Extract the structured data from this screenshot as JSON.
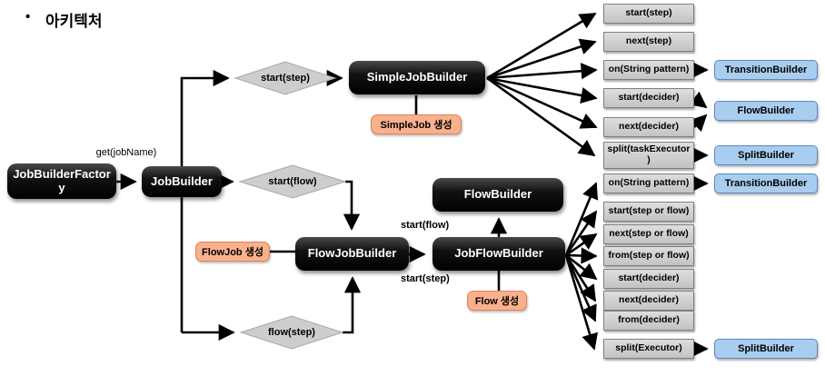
{
  "title": {
    "bullet": "•",
    "text": "아키텍처"
  },
  "nodes": {
    "jobBuilderFactory": "JobBuilderFactory",
    "jobBuilder": "JobBuilder",
    "simpleJobBuilder": "SimpleJobBuilder",
    "flowJobBuilder": "FlowJobBuilder",
    "jobFlowBuilder": "JobFlowBuilder",
    "flowBuilder": "FlowBuilder"
  },
  "decisions": {
    "startStep": "start(step)",
    "startFlow": "start(flow)",
    "flowStep": "flow(step)"
  },
  "creates": {
    "simpleJob": "SimpleJob 생성",
    "flowJob": "FlowJob 생성",
    "flow": "Flow 생성"
  },
  "edgeLabels": {
    "getJobName": "get(jobName)",
    "startFlow": "start(flow)",
    "startStep": "start(step)"
  },
  "simpleJobMethods": [
    {
      "label": "start(step)"
    },
    {
      "label": "next(step)"
    },
    {
      "label": "on(String pattern)",
      "returns": "TransitionBuilder"
    },
    {
      "label": "start(decider)",
      "returns": "FlowBuilder"
    },
    {
      "label": "next(decider)",
      "returns": "FlowBuilder"
    },
    {
      "label": "split(taskExecutor)",
      "returns": "SplitBuilder"
    }
  ],
  "jobFlowMethods": [
    {
      "label": "on(String pattern)",
      "returns": "TransitionBuilder"
    },
    {
      "label": "start(step or flow)"
    },
    {
      "label": "next(step or flow)"
    },
    {
      "label": "from(step or flow)"
    },
    {
      "label": "start(decider)"
    },
    {
      "label": "next(decider)"
    },
    {
      "label": "from(decider)"
    },
    {
      "label": "split(Executor)",
      "returns": "SplitBuilder"
    }
  ],
  "returnBuilders": [
    "TransitionBuilder",
    "FlowBuilder",
    "SplitBuilder",
    "TransitionBuilder",
    "SplitBuilder"
  ],
  "colors": {
    "node": "#000000",
    "diamondFill": "#cdcdcd",
    "methodFill": "#d2d2d2",
    "builderFill": "#a9cdee",
    "noteFill": "#f9b08d",
    "arrow": "#000000"
  }
}
